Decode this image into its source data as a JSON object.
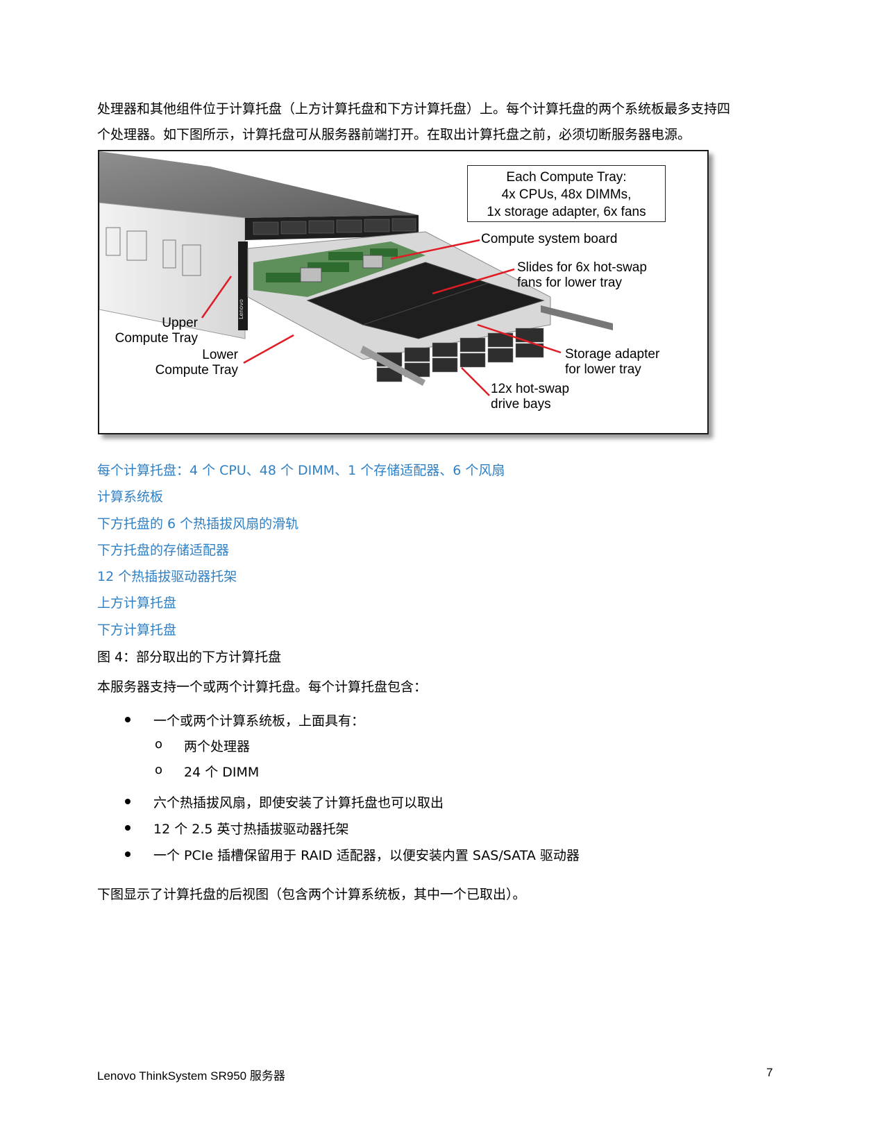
{
  "intro": {
    "line1": "处理器和其他组件位于计算托盘（上方计算托盘和下方计算托盘）上。每个计算托盘的两个系统板最多支持四",
    "line2": "个处理器。如下图所示，计算托盘可从服务器前端打开。在取出计算托盘之前，必须切断服务器电源。"
  },
  "figure": {
    "box": [
      "Each Compute Tray:",
      "4x CPUs, 48x DIMMs,",
      "1x storage adapter, 6x fans"
    ],
    "labels": {
      "compute_board": "Compute system board",
      "slides_1": "Slides for 6x hot-swap",
      "slides_2": "fans for lower tray",
      "upper_1": "Upper",
      "upper_2": "Compute Tray",
      "lower_1": "Lower",
      "lower_2": "Compute Tray",
      "storage_1": "Storage adapter",
      "storage_2": "for lower tray",
      "drives_1": "12x hot-swap",
      "drives_2": "drive bays"
    },
    "logo_text": "Lenovo"
  },
  "links": [
    "每个计算托盘：4 个 CPU、48 个 DIMM、1 个存储适配器、6 个风扇",
    "计算系统板",
    "下方托盘的 6 个热插拔风扇的滑轨",
    "下方托盘的存储适配器",
    "12 个热插拔驱动器托架",
    "上方计算托盘",
    "下方计算托盘"
  ],
  "caption": "图 4：部分取出的下方计算托盘",
  "para2": "本服务器支持一个或两个计算托盘。每个计算托盘包含：",
  "bullets": {
    "b1": "一个或两个计算系统板，上面具有：",
    "sub1": "两个处理器",
    "sub2": "24 个 DIMM",
    "sub_marker": "o",
    "b2": "六个热插拔风扇，即使安装了计算托盘也可以取出",
    "b3": "12 个 2.5 英寸热插拔驱动器托架",
    "b4": "一个 PCIe 插槽保留用于 RAID 适配器，以便安装内置 SAS/SATA 驱动器"
  },
  "para3": "下图显示了计算托盘的后视图（包含两个计算系统板，其中一个已取出）。",
  "footer": {
    "left": "Lenovo ThinkSystem SR950 服务器",
    "page": "7"
  }
}
